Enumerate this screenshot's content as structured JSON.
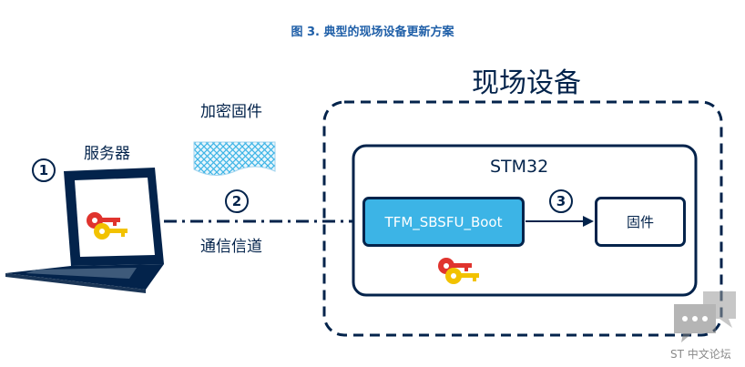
{
  "caption": {
    "figure_number": "图 3.",
    "title": "典型的现场设备更新方案"
  },
  "server": {
    "label": "服务器",
    "step": "1"
  },
  "encrypted_firmware": {
    "label": "加密固件"
  },
  "channel": {
    "label": "通信信道",
    "step": "2"
  },
  "field_device": {
    "title": "现场设备",
    "chip": {
      "title": "STM32",
      "bootloader_label": "TFM_SBSFU_Boot",
      "firmware_label": "固件",
      "step": "3"
    }
  },
  "watermark": {
    "text": "ST 中文论坛"
  },
  "colors": {
    "navy": "#03234b",
    "accent_blue": "#3cb4e6",
    "key_red": "#e0342e",
    "key_yellow": "#f2c200",
    "caption_blue": "#1f5fa8"
  },
  "icons": [
    "laptop-icon",
    "key-pair-icon",
    "encrypted-document-icon",
    "chat-bubble-icon"
  ]
}
